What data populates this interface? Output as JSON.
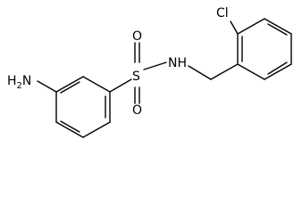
{
  "molecule": {
    "atoms": {
      "amine_n": "N",
      "amine_h": "H",
      "amine_h_count": "2",
      "sulfur": "S",
      "oxygen_top": "O",
      "oxygen_bottom": "O",
      "sulfonamide_nh": "NH",
      "chlorine": "Cl"
    }
  }
}
